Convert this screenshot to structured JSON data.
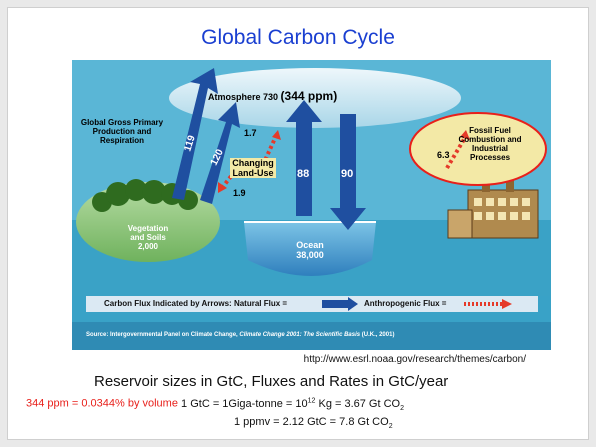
{
  "title": "Global Carbon Cycle",
  "diagram": {
    "atmosphere": {
      "label": "Atmosphere 730",
      "ppm": "(344 ppm)"
    },
    "gpp_label": [
      "Global Gross Primary",
      "Production and",
      "Respiration"
    ],
    "flux_up_left": "119",
    "flux_down_left": "120",
    "land_use_up": "1.7",
    "land_use_down": "1.9",
    "land_use_label": [
      "Changing",
      "Land-Use"
    ],
    "vegetation": {
      "label1": "Vegetation",
      "label2": "and Soils",
      "value": "2,000"
    },
    "flux_ocean_up": "88",
    "flux_ocean_down": "90",
    "ocean": {
      "label": "Ocean",
      "value": "38,000"
    },
    "fossil": {
      "label": [
        "Fossil Fuel",
        "Combustion and",
        "Industrial",
        "Processes"
      ],
      "value": "6.3"
    },
    "legend": {
      "text": "Carbon Flux Indicated by Arrows:",
      "natural": "Natural Flux =",
      "anthropogenic": "Anthropogenic Flux ="
    },
    "source": {
      "prefix": "Source: Intergovernmental Panel on Climate Change, ",
      "italic": "Climate Change 2001: The Scientific Basis",
      "suffix": " (U.K., 2001)"
    }
  },
  "url": "http://www.esrl.noaa.gov/research/themes/carbon/",
  "reservoir_line": "Reservoir sizes in GtC, Fluxes and Rates in GtC/year",
  "conversion": {
    "ppm_red": "344 ppm = 0.0344% by volume",
    "gtc_a": "1 GtC = 1Giga-tonne = 10",
    "exp": "12",
    "gtc_b": " Kg = 3.67 Gt CO",
    "sub2": "2",
    "ppmv_a": "1 ppmv = 2.12 GtC = 7.8 Gt CO",
    "sub2b": "2"
  },
  "colors": {
    "title": "#1a3fd1",
    "panel": "#39a2c7",
    "arrow": "#1f4fa0",
    "anthro": "#e53a2a",
    "ocean": "#2f7fbd",
    "highlight": "#e8201b"
  }
}
